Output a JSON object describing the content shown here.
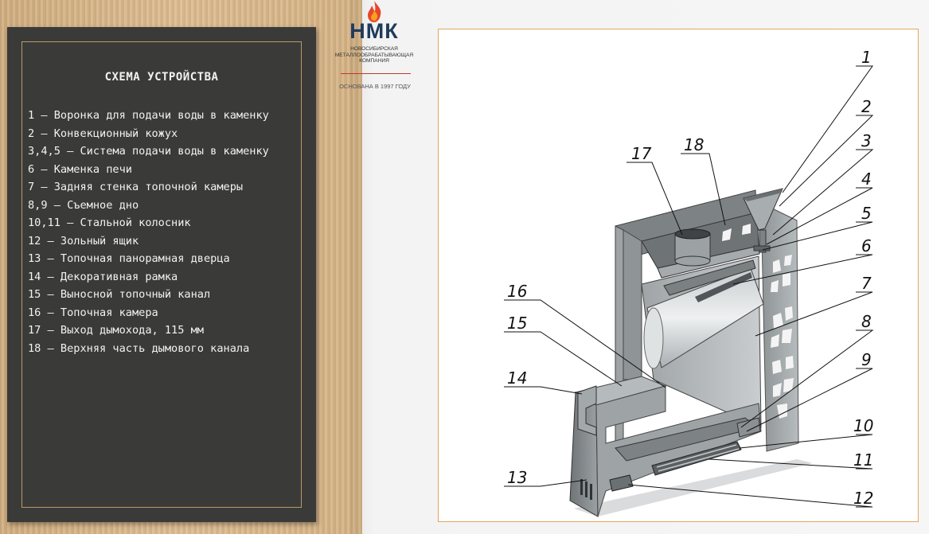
{
  "logo": {
    "name": "НМК",
    "subtitle_lines": [
      "НОВОСИБИРСКАЯ",
      "МЕТАЛЛООБРАБАТЫВАЮЩАЯ",
      "КОМПАНИЯ"
    ],
    "founded": "ОСНОВАНА В 1997 ГОДУ",
    "colors": {
      "name": "#1f3b5c",
      "flame_outer": "#e8452c",
      "flame_inner": "#f4a21d",
      "line": "#c0392b"
    }
  },
  "board": {
    "title": "СХЕМА УСТРОЙСТВА",
    "items": [
      "1 – Воронка для подачи воды в каменку",
      "2 – Конвекционный кожух",
      "3,4,5 – Система подачи воды в каменку",
      "6 – Каменка печи",
      "7 – Задняя стенка топочной камеры",
      "8,9 – Съемное дно",
      "10,11 – Стальной колосник",
      "12 – Зольный ящик",
      "13 – Топочная панорамная дверца",
      "14 – Декоративная рамка",
      "15 – Выносной топочный канал",
      "16 – Топочная камера",
      "17 – Выход дымохода, 115 мм",
      "18 – Верхняя часть дымового канала"
    ]
  },
  "diagram": {
    "callout_numbers": [
      "1",
      "2",
      "3",
      "4",
      "5",
      "6",
      "7",
      "8",
      "9",
      "10",
      "11",
      "12",
      "13",
      "14",
      "15",
      "16",
      "17",
      "18"
    ]
  }
}
